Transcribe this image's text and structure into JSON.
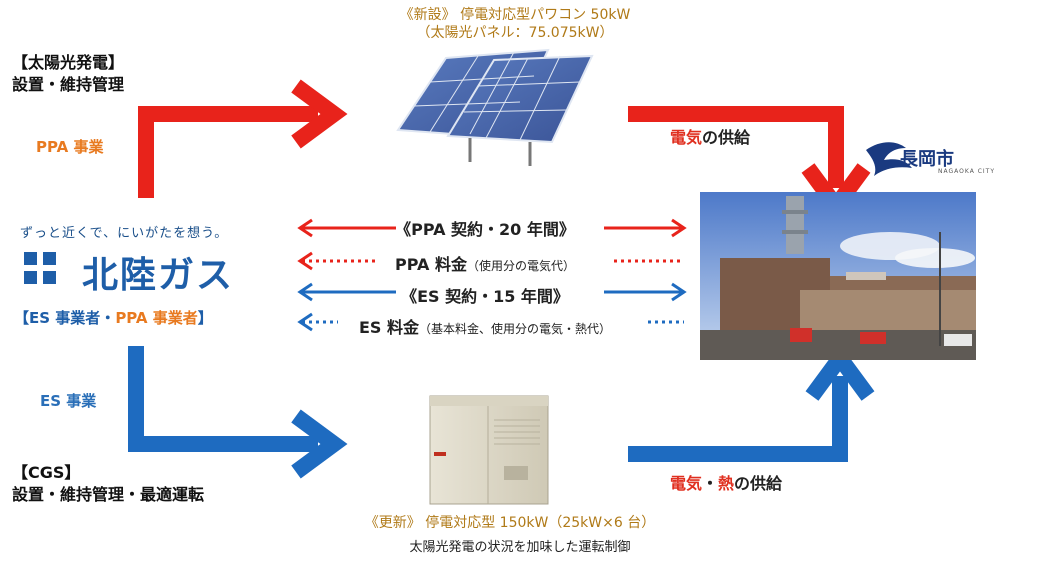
{
  "top_title": {
    "line1_bracket": "《新設》",
    "line1_text": "停電対応型パワコン 50kW",
    "line2": "（太陽光パネル：75.075kW）"
  },
  "solar_label": {
    "line1": "【太陽光発電】",
    "line2": "設置・維持管理"
  },
  "ppa_business": "PPA 事業",
  "es_business": "ES 事業",
  "cgs_label": {
    "line1": "【CGS】",
    "line2": "設置・維持管理・最適運転"
  },
  "hokuriku": {
    "tagline": "ずっと近くで、にいがたを想う。",
    "name": "北陸ガス",
    "role_open": "【",
    "role_es": "ES 事業者",
    "role_dot": "・",
    "role_ppa": "PPA 事業者",
    "role_close": "】"
  },
  "electricity_supply": {
    "red": "電気",
    "rest": "の供給"
  },
  "heat_supply": {
    "red1": "電気",
    "dot": "・",
    "red2": "熱",
    "rest": "の供給"
  },
  "city": {
    "name": "長岡市",
    "sub": "NAGAOKA CITY"
  },
  "contracts": {
    "ppa_contract": "《PPA 契約・20 年間》",
    "ppa_fee": "PPA 料金",
    "ppa_fee_note": "（使用分の電気代）",
    "es_contract": "《ES 契約・15 年間》",
    "es_fee": "ES 料金",
    "es_fee_note": "（基本料金、使用分の電気・熱代）"
  },
  "bottom_title": {
    "bracket": "《更新》",
    "text": "停電対応型 150kW（25kW×6 台）",
    "sub": "太陽光発電の状況を加味した運転制御"
  },
  "colors": {
    "red": "#e8231b",
    "blue": "#1e6bc0",
    "orange": "#e87a20",
    "navy": "#1e5ea8"
  }
}
